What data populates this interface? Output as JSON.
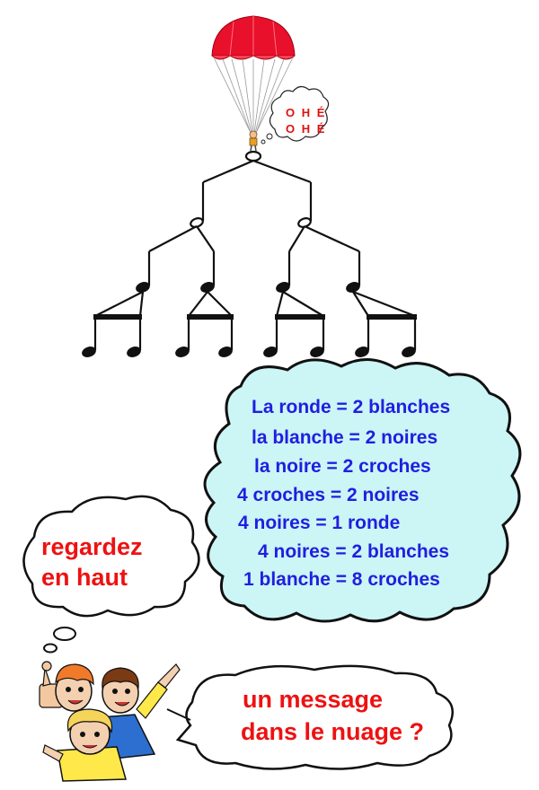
{
  "parachutist": {
    "shout_line1": "O H É",
    "shout_line2": "O H É"
  },
  "rhythm_tree": {
    "levels": [
      "ronde",
      "blanches",
      "noires",
      "croches"
    ],
    "counts": [
      1,
      2,
      4,
      8
    ]
  },
  "cloud_rules": [
    "La ronde =  2 blanches",
    "la blanche = 2 noires",
    "la noire = 2 croches",
    "4 croches = 2 noires",
    "4 noires = 1 ronde",
    "4 noires = 2 blanches",
    "1 blanche = 8 croches"
  ],
  "bubble_left": {
    "line1": "regardez",
    "line2": "en haut"
  },
  "bubble_bottom": {
    "line1": "un message",
    "line2": "dans le nuage ?"
  },
  "colors": {
    "cloud_fill": "#ccf5f5",
    "rule_text": "#1f1fe0",
    "bubble_text": "#ee1111",
    "parachute": "#e8102a"
  }
}
